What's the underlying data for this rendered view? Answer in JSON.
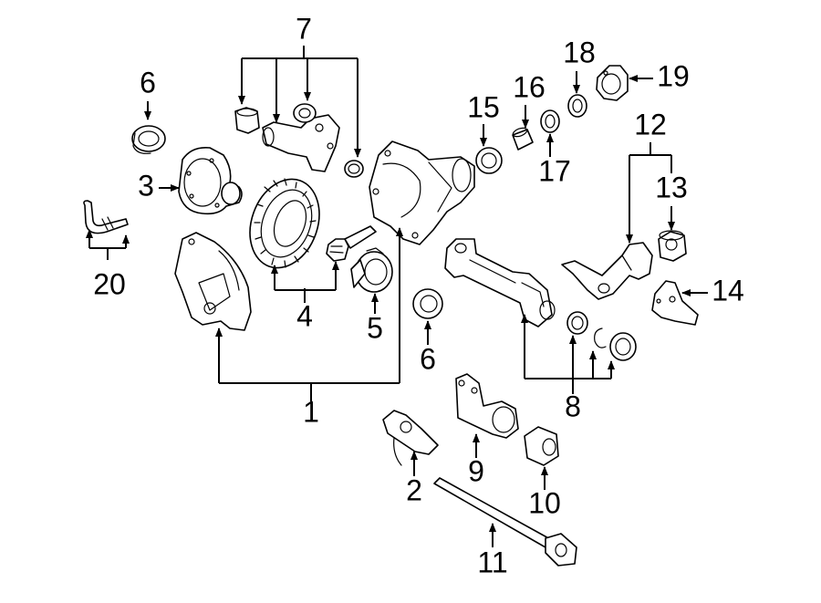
{
  "labels": {
    "1": "1",
    "2": "2",
    "3": "3",
    "4": "4",
    "5": "5",
    "6a": "6",
    "6b": "6",
    "7": "7",
    "8": "8",
    "9": "9",
    "10": "10",
    "11": "11",
    "12": "12",
    "13": "13",
    "14": "14",
    "15": "15",
    "16": "16",
    "17": "17",
    "18": "18",
    "19": "19",
    "20": "20"
  }
}
